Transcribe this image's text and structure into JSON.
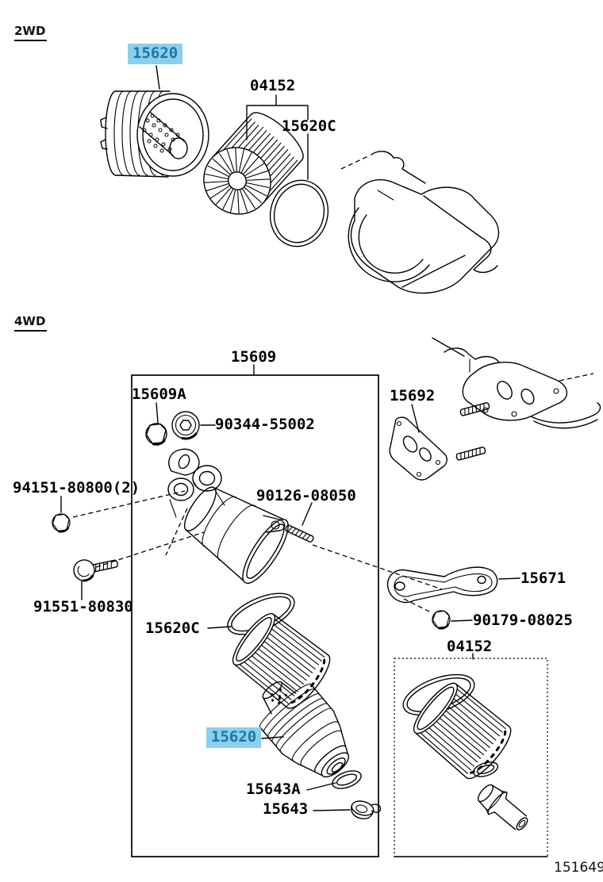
{
  "colors": {
    "background": "#FFFFFF",
    "line": "#000000",
    "highlight_bg": "#8CCFEC",
    "highlight_text": "#1878A8"
  },
  "sections": {
    "two_wd": "2WD",
    "four_wd": "4WD"
  },
  "labels": {
    "s2_15620": "15620",
    "s2_04152": "04152",
    "s2_15620c": "15620C",
    "s4_15609": "15609",
    "s4_15609a": "15609A",
    "s4_90344": "90344-55002",
    "s4_94151": "94151-80800(2)",
    "s4_90126": "90126-08050",
    "s4_15692": "15692",
    "s4_91551": "91551-80830",
    "s4_15620c": "15620C",
    "s4_15671": "15671",
    "s4_90179": "90179-08025",
    "s4_04152": "04152",
    "s4_15620": "15620",
    "s4_15643a": "15643A",
    "s4_15643": "15643"
  },
  "footer": {
    "diagram_code": "151649"
  }
}
